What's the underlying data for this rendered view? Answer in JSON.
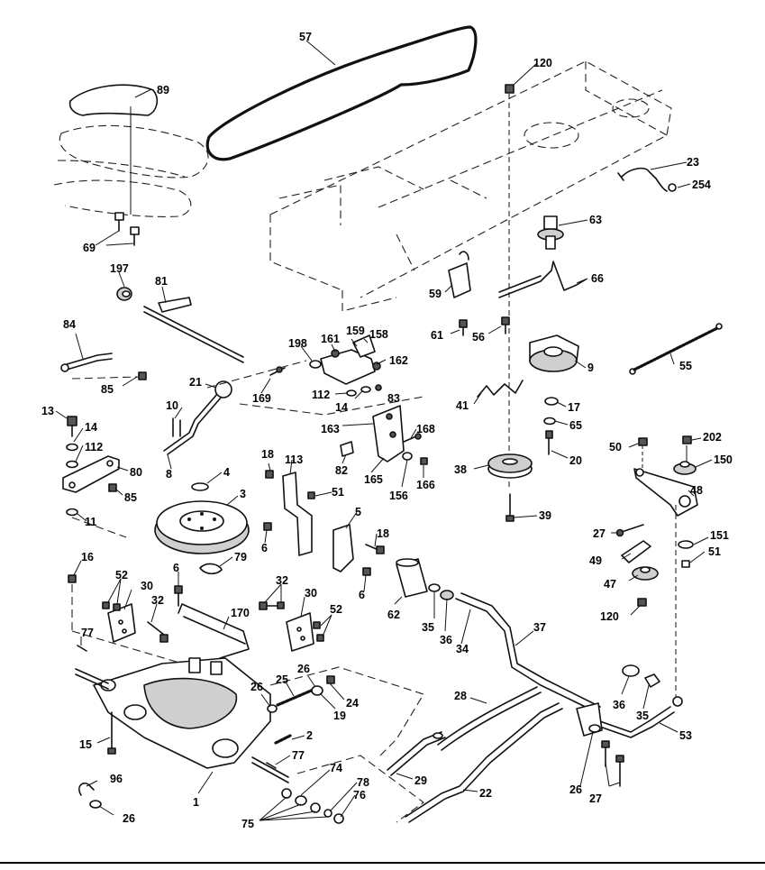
{
  "callouts": [
    {
      "id": "c-57",
      "label": "57"
    },
    {
      "id": "c-120a",
      "label": "120"
    },
    {
      "id": "c-89",
      "label": "89"
    },
    {
      "id": "c-23",
      "label": "23"
    },
    {
      "id": "c-254",
      "label": "254"
    },
    {
      "id": "c-69",
      "label": "69"
    },
    {
      "id": "c-63",
      "label": "63"
    },
    {
      "id": "c-197",
      "label": "197"
    },
    {
      "id": "c-81",
      "label": "81"
    },
    {
      "id": "c-66",
      "label": "66"
    },
    {
      "id": "c-59",
      "label": "59"
    },
    {
      "id": "c-84",
      "label": "84"
    },
    {
      "id": "c-61",
      "label": "61"
    },
    {
      "id": "c-56",
      "label": "56"
    },
    {
      "id": "c-198",
      "label": "198"
    },
    {
      "id": "c-161",
      "label": "161"
    },
    {
      "id": "c-159",
      "label": "159"
    },
    {
      "id": "c-158",
      "label": "158"
    },
    {
      "id": "c-55",
      "label": "55"
    },
    {
      "id": "c-162",
      "label": "162"
    },
    {
      "id": "c-9",
      "label": "9"
    },
    {
      "id": "c-85a",
      "label": "85"
    },
    {
      "id": "c-21",
      "label": "21"
    },
    {
      "id": "c-169",
      "label": "169"
    },
    {
      "id": "c-112a",
      "label": "112"
    },
    {
      "id": "c-83",
      "label": "83"
    },
    {
      "id": "c-41",
      "label": "41"
    },
    {
      "id": "c-17",
      "label": "17"
    },
    {
      "id": "c-10",
      "label": "10"
    },
    {
      "id": "c-14a",
      "label": "14"
    },
    {
      "id": "c-13",
      "label": "13"
    },
    {
      "id": "c-163",
      "label": "163"
    },
    {
      "id": "c-65",
      "label": "65"
    },
    {
      "id": "c-14b",
      "label": "14"
    },
    {
      "id": "c-168",
      "label": "168"
    },
    {
      "id": "c-112b",
      "label": "112"
    },
    {
      "id": "c-202",
      "label": "202"
    },
    {
      "id": "c-50",
      "label": "50"
    },
    {
      "id": "c-8",
      "label": "8"
    },
    {
      "id": "c-82",
      "label": "82"
    },
    {
      "id": "c-20",
      "label": "20"
    },
    {
      "id": "c-18a",
      "label": "18"
    },
    {
      "id": "c-113",
      "label": "113"
    },
    {
      "id": "c-80",
      "label": "80"
    },
    {
      "id": "c-150",
      "label": "150"
    },
    {
      "id": "c-4",
      "label": "4"
    },
    {
      "id": "c-165",
      "label": "165"
    },
    {
      "id": "c-156",
      "label": "156"
    },
    {
      "id": "c-166",
      "label": "166"
    },
    {
      "id": "c-38",
      "label": "38"
    },
    {
      "id": "c-85b",
      "label": "85"
    },
    {
      "id": "c-51a",
      "label": "51"
    },
    {
      "id": "c-48",
      "label": "48"
    },
    {
      "id": "c-3",
      "label": "3"
    },
    {
      "id": "c-11",
      "label": "11"
    },
    {
      "id": "c-39",
      "label": "39"
    },
    {
      "id": "c-5",
      "label": "5"
    },
    {
      "id": "c-27a",
      "label": "27"
    },
    {
      "id": "c-18b",
      "label": "18"
    },
    {
      "id": "c-151",
      "label": "151"
    },
    {
      "id": "c-6a",
      "label": "6"
    },
    {
      "id": "c-51b",
      "label": "51"
    },
    {
      "id": "c-79",
      "label": "79"
    },
    {
      "id": "c-49",
      "label": "49"
    },
    {
      "id": "c-16",
      "label": "16"
    },
    {
      "id": "c-6b",
      "label": "6"
    },
    {
      "id": "c-6c",
      "label": "6"
    },
    {
      "id": "c-47",
      "label": "47"
    },
    {
      "id": "c-52a",
      "label": "52"
    },
    {
      "id": "c-32a",
      "label": "32"
    },
    {
      "id": "c-62",
      "label": "62"
    },
    {
      "id": "c-30a",
      "label": "30"
    },
    {
      "id": "c-32b",
      "label": "32"
    },
    {
      "id": "c-30b",
      "label": "30"
    },
    {
      "id": "c-120b",
      "label": "120"
    },
    {
      "id": "c-52b",
      "label": "52"
    },
    {
      "id": "c-35a",
      "label": "35"
    },
    {
      "id": "c-170",
      "label": "170"
    },
    {
      "id": "c-37",
      "label": "37"
    },
    {
      "id": "c-36a",
      "label": "36"
    },
    {
      "id": "c-77a",
      "label": "77"
    },
    {
      "id": "c-34",
      "label": "34"
    },
    {
      "id": "c-26a",
      "label": "26"
    },
    {
      "id": "c-25",
      "label": "25"
    },
    {
      "id": "c-36b",
      "label": "36"
    },
    {
      "id": "c-26b",
      "label": "26"
    },
    {
      "id": "c-24",
      "label": "24"
    },
    {
      "id": "c-35b",
      "label": "35"
    },
    {
      "id": "c-19",
      "label": "19"
    },
    {
      "id": "c-28",
      "label": "28"
    },
    {
      "id": "c-53",
      "label": "53"
    },
    {
      "id": "c-15",
      "label": "15"
    },
    {
      "id": "c-2",
      "label": "2"
    },
    {
      "id": "c-77b",
      "label": "77"
    },
    {
      "id": "c-74",
      "label": "74"
    },
    {
      "id": "c-29",
      "label": "29"
    },
    {
      "id": "c-96",
      "label": "96"
    },
    {
      "id": "c-78",
      "label": "78"
    },
    {
      "id": "c-1",
      "label": "1"
    },
    {
      "id": "c-76",
      "label": "76"
    },
    {
      "id": "c-22",
      "label": "22"
    },
    {
      "id": "c-26c",
      "label": "26"
    },
    {
      "id": "c-27b",
      "label": "27"
    },
    {
      "id": "c-26d",
      "label": "26"
    },
    {
      "id": "c-75",
      "label": "75"
    }
  ]
}
